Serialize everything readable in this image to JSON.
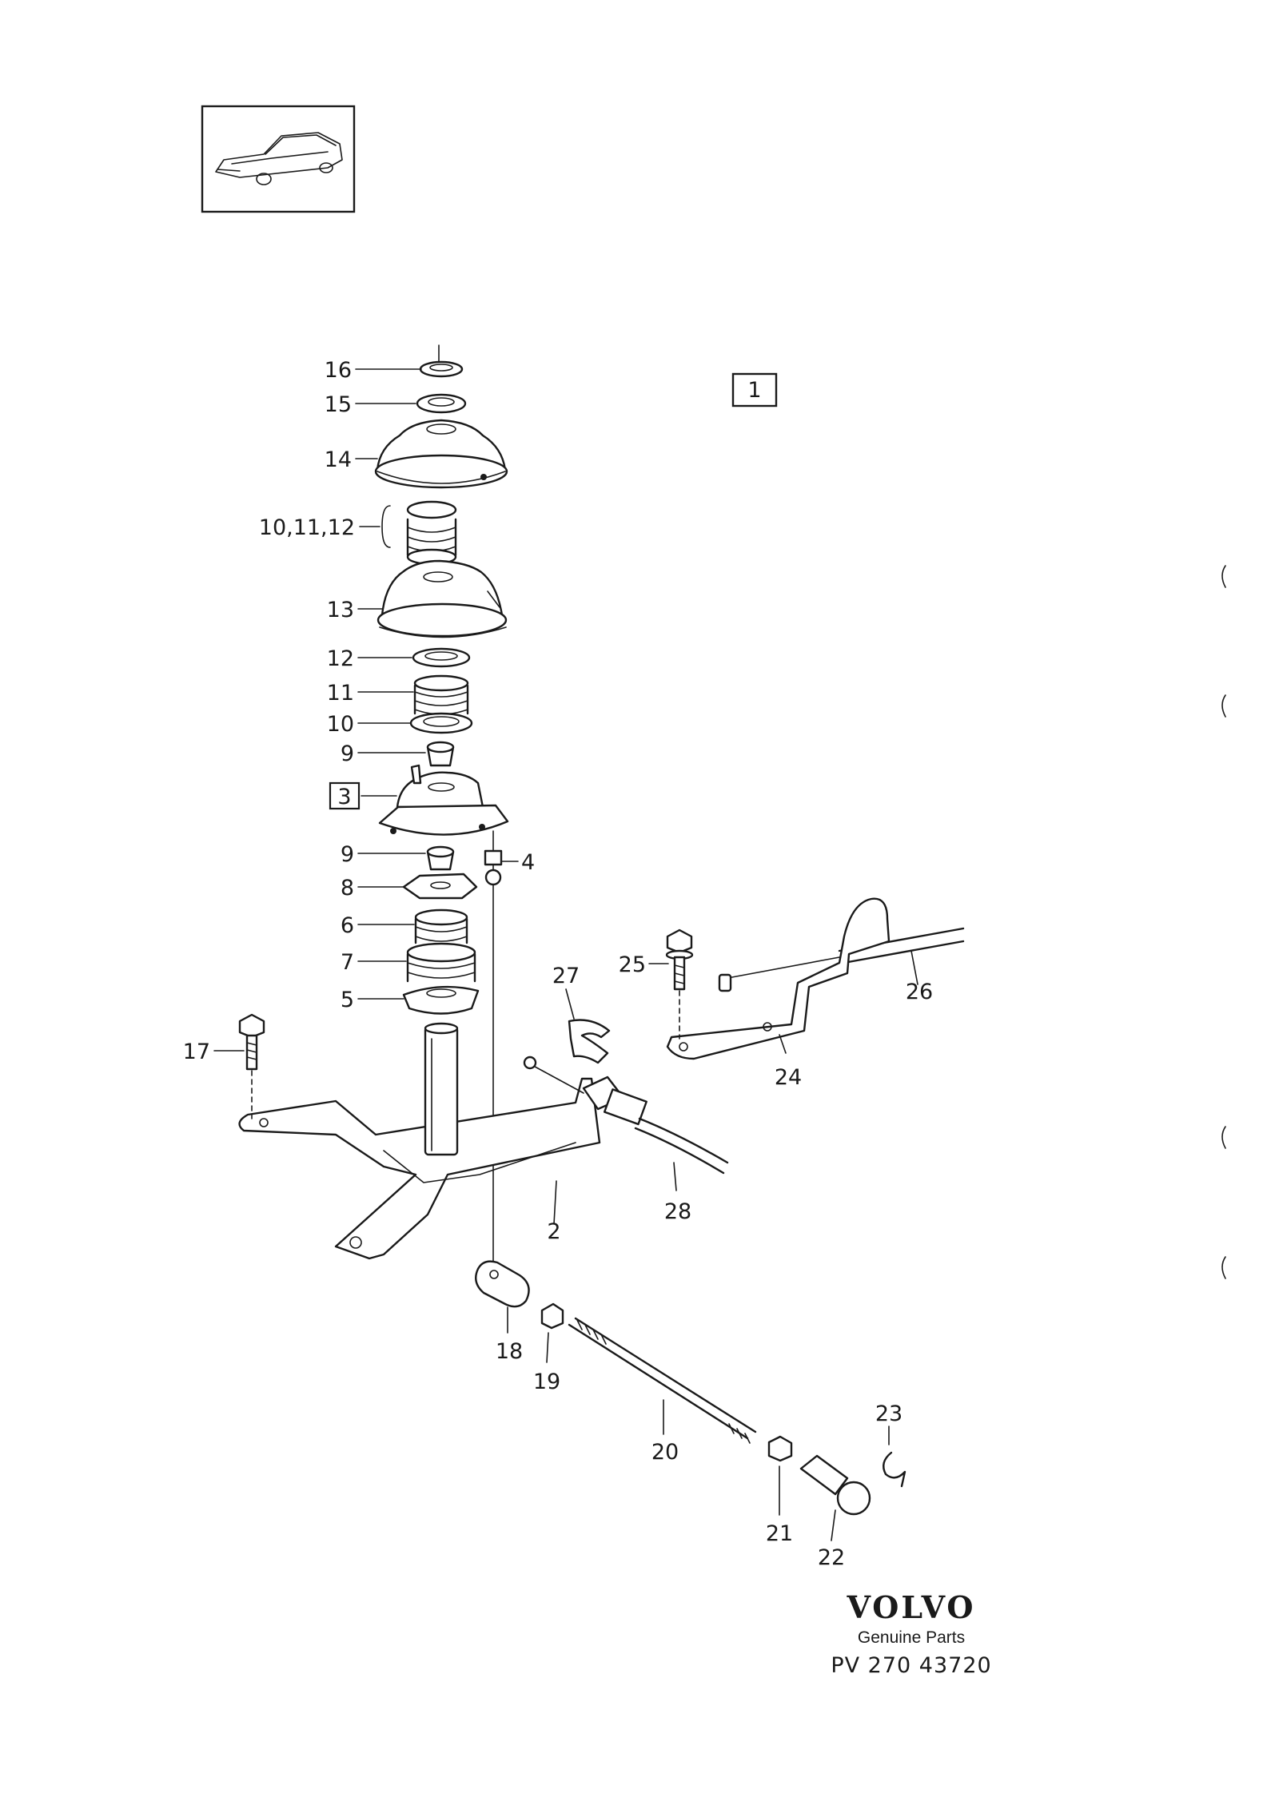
{
  "group_number": "1",
  "subgroup_number": "3",
  "callouts": {
    "c16": "16",
    "c15": "15",
    "c14": "14",
    "c10_11_12": "10,11,12",
    "c13": "13",
    "c12": "12",
    "c11": "11",
    "c10": "10",
    "c9a": "9",
    "c9b": "9",
    "c8": "8",
    "c6": "6",
    "c7": "7",
    "c5": "5",
    "c4": "4",
    "c17": "17",
    "c27": "27",
    "c25": "25",
    "c26": "26",
    "c24": "24",
    "c28": "28",
    "c2": "2",
    "c18": "18",
    "c19": "19",
    "c20": "20",
    "c23": "23",
    "c21": "21",
    "c22": "22"
  },
  "brand": {
    "logo": "VOLVO",
    "subtitle": "Genuine Parts",
    "drawing_number": "PV 270 43720"
  }
}
